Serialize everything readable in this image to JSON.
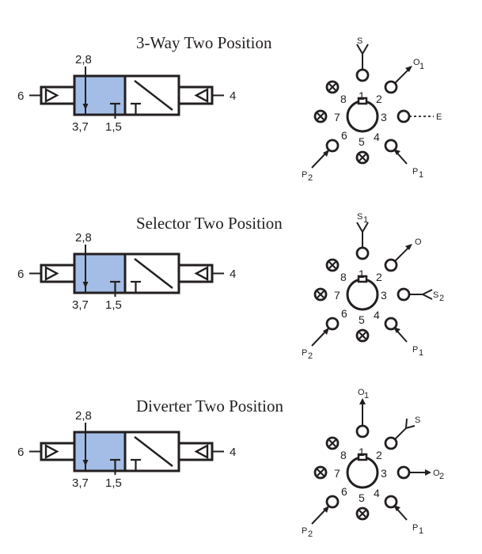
{
  "colors": {
    "ink": "#231f20",
    "valve_fill": "#a4bde6"
  },
  "panels": [
    {
      "title": "3-Way Two Position",
      "valve": {
        "left_port": "6",
        "right_port": "4",
        "top_label": "2,8",
        "bottom_left_label": "3,7",
        "bottom_right_label": "1,5"
      },
      "rotor": {
        "labels": [
          "1",
          "2",
          "3",
          "4",
          "5",
          "6",
          "7",
          "8"
        ]
      },
      "connections": {
        "top": {
          "main": "S",
          "sub": ""
        },
        "top_right": {
          "main": "O",
          "sub": "1"
        },
        "right": {
          "main": "E",
          "sub": ""
        },
        "bottom_right": {
          "main": "P",
          "sub": "1"
        },
        "bottom_left": {
          "main": "P",
          "sub": "2"
        }
      }
    },
    {
      "title": "Selector Two Position",
      "valve": {
        "left_port": "6",
        "right_port": "4",
        "top_label": "2,8",
        "bottom_left_label": "3,7",
        "bottom_right_label": "1,5"
      },
      "rotor": {
        "labels": [
          "1",
          "2",
          "3",
          "4",
          "5",
          "6",
          "7",
          "8"
        ]
      },
      "connections": {
        "top": {
          "main": "S",
          "sub": "1"
        },
        "top_right": {
          "main": "O",
          "sub": ""
        },
        "right": {
          "main": "S",
          "sub": "2"
        },
        "bottom_right": {
          "main": "P",
          "sub": "1"
        },
        "bottom_left": {
          "main": "P",
          "sub": "2"
        }
      }
    },
    {
      "title": "Diverter Two Position",
      "valve": {
        "left_port": "6",
        "right_port": "4",
        "top_label": "2,8",
        "bottom_left_label": "3,7",
        "bottom_right_label": "1,5"
      },
      "rotor": {
        "labels": [
          "1",
          "2",
          "3",
          "4",
          "5",
          "6",
          "7",
          "8"
        ]
      },
      "connections": {
        "top": {
          "main": "O",
          "sub": "1"
        },
        "top_right": {
          "main": "S",
          "sub": ""
        },
        "right": {
          "main": "O",
          "sub": "2"
        },
        "bottom_right": {
          "main": "P",
          "sub": "1"
        },
        "bottom_left": {
          "main": "P",
          "sub": "2"
        }
      }
    }
  ]
}
